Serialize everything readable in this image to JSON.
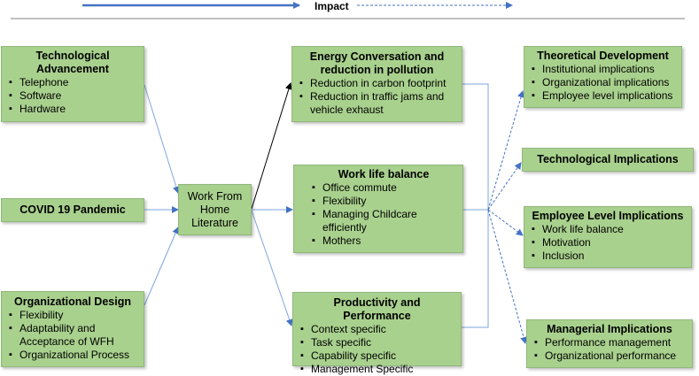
{
  "legend": {
    "label": "Impact"
  },
  "inputs": [
    {
      "title": "Technological Advancement",
      "items": [
        "Telephone",
        "Software",
        "Hardware"
      ]
    },
    {
      "title": "COVID 19 Pandemic",
      "items": []
    },
    {
      "title": "Organizational Design",
      "items": [
        "Flexibility",
        "Adaptability and Acceptance of WFH",
        "Organizational Process"
      ]
    }
  ],
  "center": {
    "label": "Work From Home Literature"
  },
  "outcomes": [
    {
      "title": "Energy Conversation and reduction in pollution",
      "items": [
        "Reduction in carbon footprint",
        "Reduction in traffic jams and vehicle exhaust"
      ]
    },
    {
      "title": "Work life balance",
      "items": [
        "Office commute",
        "Flexibility",
        "Managing Childcare efficiently",
        "Mothers"
      ]
    },
    {
      "title": "Productivity and Performance",
      "items": [
        "Context specific",
        "Task specific",
        "Capability specific",
        "Management Specific"
      ]
    }
  ],
  "implications": [
    {
      "title": "Theoretical Development",
      "items": [
        "Institutional implications",
        "Organizational implications",
        "Employee level implications"
      ]
    },
    {
      "title": "Technological Implications",
      "items": []
    },
    {
      "title": "Employee Level Implications",
      "items": [
        "Work life balance",
        "Motivation",
        "Inclusion"
      ]
    },
    {
      "title": "Managerial Implications",
      "items": [
        "Performance management",
        "Organizational performance"
      ]
    }
  ],
  "colors": {
    "box_fill": "#a9d18e",
    "arrow_blue": "#4472c4",
    "arrow_black": "#000000"
  }
}
